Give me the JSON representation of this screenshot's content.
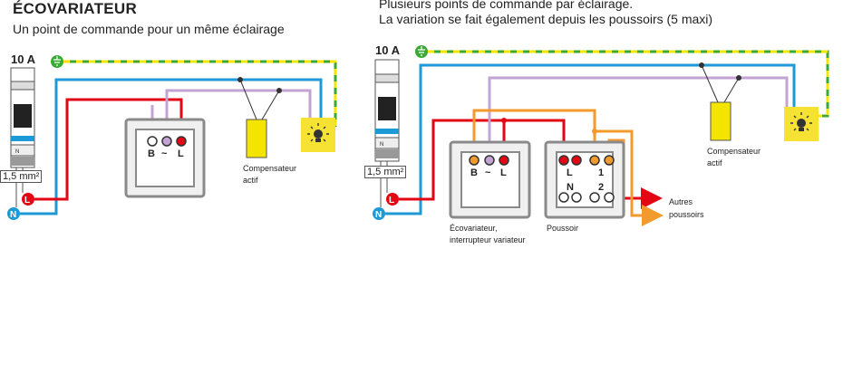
{
  "left": {
    "title": "ÉCOVARIATEUR",
    "subtitle": "Un point de commande pour un même éclairage",
    "breaker_rating": "10 A",
    "section": "1,5 mm²",
    "phase_letter": "L",
    "neutral_letter": "N",
    "switch_labels": [
      "B",
      "~",
      "L"
    ],
    "compensator_label_1": "Compensateur",
    "compensator_label_2": "actif"
  },
  "right": {
    "title_line1": "Plusieurs points de commande par éclairage.",
    "title_line2": "La variation se fait également depuis les poussoirs (5 maxi)",
    "breaker_rating": "10 A",
    "section": "1,5 mm²",
    "phase_letter": "L",
    "neutral_letter": "N",
    "switch_labels": [
      "B",
      "~",
      "L"
    ],
    "pushbutton_labels": [
      "L",
      "1",
      "N",
      "2"
    ],
    "switch_caption_1": "Écovariateur,",
    "switch_caption_2": "interrupteur variateur",
    "pushbutton_caption": "Poussoir",
    "compensator_label_1": "Compensateur",
    "compensator_label_2": "actif",
    "other_label_1": "Autres",
    "other_label_2": "poussoirs"
  },
  "colors": {
    "phase": "#e30613",
    "neutral": "#1d9ad6",
    "earth_green": "#3aa935",
    "earth_yellow": "#f2e500",
    "dimmer": "#c3a3d3",
    "push": "#f39a2c",
    "compensator": "#f3e500",
    "lamp_bg": "#f6e232"
  }
}
